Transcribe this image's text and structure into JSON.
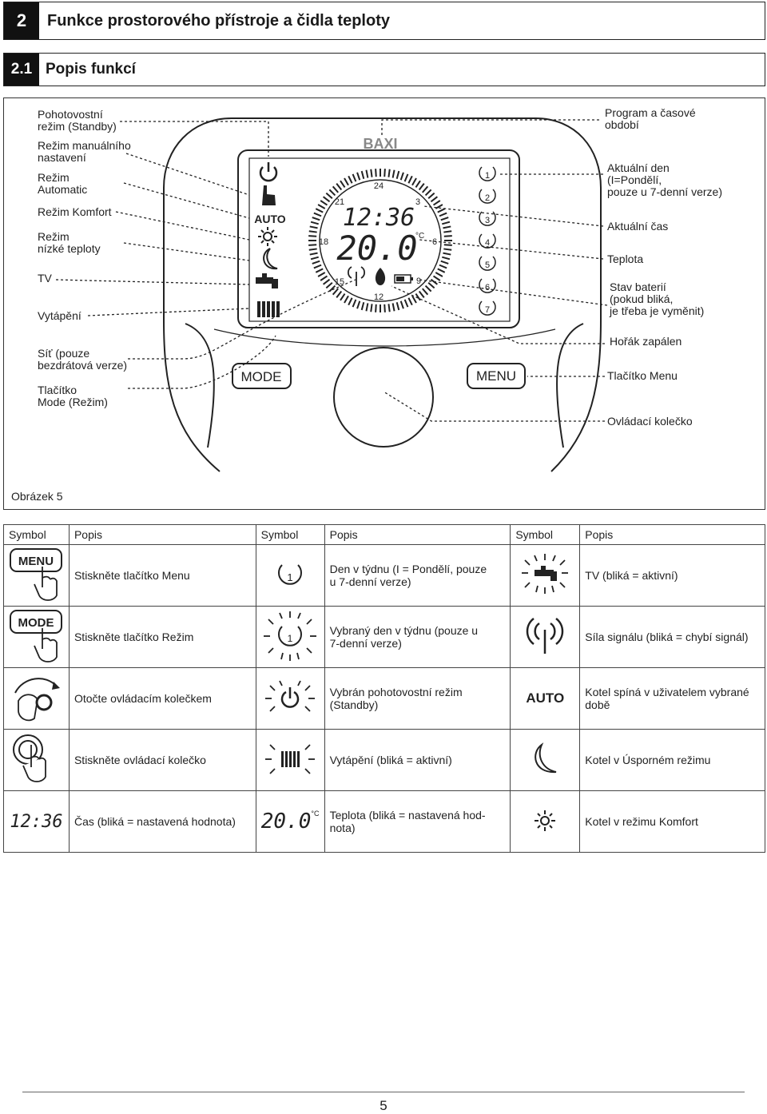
{
  "section": {
    "number": "2",
    "title": "Funkce prostorového přístroje a čidla teploty"
  },
  "subsection": {
    "number": "2.1",
    "title": "Popis funkcí"
  },
  "figure": {
    "left_labels": [
      "Pohotovostní\nrežim (Standby)",
      "Režim manuálního\nnastavení",
      "Režim\nAutomatic",
      "Režim Komfort",
      "Režim\nnízké teploty",
      "TV",
      "Vytápění",
      "Síť (pouze\nbezdrátová verze)",
      "Tlačítko\nMode (Režim)"
    ],
    "right_labels": [
      "Program a časové\nobdobí",
      "Aktuální den\n(I=Pondělí,\npouze u 7-denní verze)",
      "Aktuální čas",
      "Teplota",
      "Stav baterií\n(pokud bliká,\nje třeba je vyměnit)",
      "Hořák zapálen",
      "Tlačítko Menu",
      "Ovládací kolečko"
    ],
    "device": {
      "brand": "BAXI",
      "auto_label": "AUTO",
      "time": "12:36",
      "temperature": "20.0",
      "unit": "°C",
      "dial_numbers": [
        "24",
        "3",
        "6",
        "9",
        "12",
        "15",
        "18",
        "21"
      ],
      "day_numbers": [
        "1",
        "2",
        "3",
        "4",
        "5",
        "6",
        "7"
      ],
      "mode_button": "MODE",
      "menu_button": "MENU"
    },
    "caption": "Obrázek 5"
  },
  "table": {
    "headers": [
      "Symbol",
      "Popis",
      "Symbol",
      "Popis",
      "Symbol",
      "Popis"
    ],
    "rows": [
      [
        {
          "icon": "menu-press-icon",
          "text": "MENU"
        },
        {
          "text": "Stiskněte tlačítko Menu"
        },
        {
          "icon": "day-1-icon",
          "text": "1"
        },
        {
          "text": "Den v týdnu (I = Pondělí, pouze\nu 7-denní verze)"
        },
        {
          "icon": "tap-blinking-icon"
        },
        {
          "text": "TV (bliká = aktivní)"
        }
      ],
      [
        {
          "icon": "mode-press-icon",
          "text": "MODE"
        },
        {
          "text": "Stiskněte tlačítko Režim"
        },
        {
          "icon": "day-1-blinking-icon",
          "text": "1"
        },
        {
          "text": "Vybraný den v týdnu (pouze u\n7-denní verze)"
        },
        {
          "icon": "signal-icon"
        },
        {
          "text": "Síla signálu (bliká = chybí signál)"
        }
      ],
      [
        {
          "icon": "rotate-knob-icon"
        },
        {
          "text": "Otočte ovládacím kolečkem"
        },
        {
          "icon": "standby-blinking-icon"
        },
        {
          "text": "Vybrán pohotovostní režim\n(Standby)"
        },
        {
          "icon": "auto-text-icon",
          "text": "AUTO"
        },
        {
          "text": "Kotel spíná v uživatelem vybrané\ndobě"
        }
      ],
      [
        {
          "icon": "press-knob-icon"
        },
        {
          "text": "Stiskněte ovládací kolečko"
        },
        {
          "icon": "radiator-blinking-icon"
        },
        {
          "text": "Vytápění (bliká = aktivní)"
        },
        {
          "icon": "moon-icon"
        },
        {
          "text": "Kotel v Úsporném režimu"
        }
      ],
      [
        {
          "icon": "time-display-icon",
          "text": "12:36"
        },
        {
          "text": "Čas (bliká = nastavená hodnota)"
        },
        {
          "icon": "temp-display-icon",
          "text": "20.0",
          "unit": "°C"
        },
        {
          "text": "Teplota (bliká = nastavená hod-\nnota)"
        },
        {
          "icon": "sun-icon"
        },
        {
          "text": "Kotel v režimu Komfort"
        }
      ]
    ]
  },
  "page_number": "5"
}
